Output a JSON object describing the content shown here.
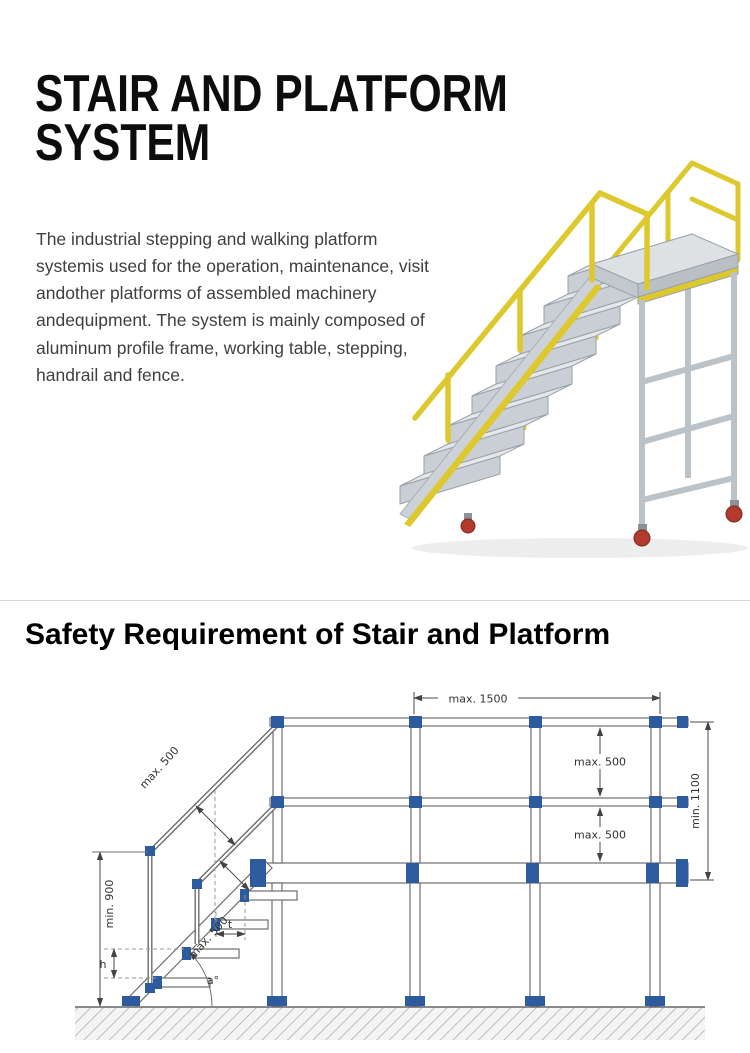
{
  "hero": {
    "title_line1": "STAIR AND PLATFORM",
    "title_line2": "SYSTEM",
    "description": "The industrial stepping and walking platform systemis used for the operation, maintenance, visit andother platforms of assembled machinery andequipment. The system is mainly composed of aluminum profile frame, working table, stepping, handrail and fence."
  },
  "product_image": {
    "alt": "aluminum-profile-stair-and-platform-system",
    "handrail_color": "#ddc92e",
    "frame_color": "#ccd2d7",
    "caster_color": "#b23a2e"
  },
  "safety": {
    "heading": "Safety Requirement of Stair and Platform",
    "diagram": {
      "connector_color": "#2e5b9e",
      "labels": {
        "top_span": "max. 1500",
        "guard_gap_upper": "max. 500",
        "guard_gap_lower": "max. 500",
        "guard_height": "min. 1100",
        "stair_rail_gap": "max. 500",
        "stair_rail_height": "min. 900",
        "stair_lower_gap": "max. 500",
        "tread_depth": "t",
        "riser_height": "h",
        "slope_angle": "a°"
      }
    }
  }
}
